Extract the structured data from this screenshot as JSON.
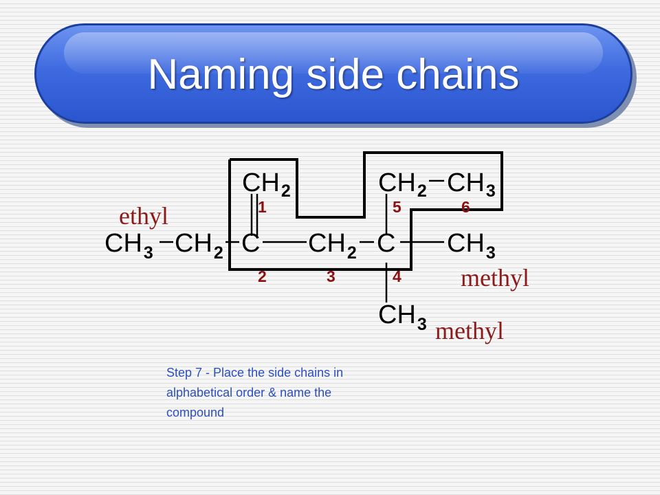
{
  "slide": {
    "title": "Naming side chains",
    "accent_color": "#3f6be0",
    "note_lines": [
      "Step 7 - Place the side chains in",
      "alphabetical order & name the",
      "compound"
    ]
  },
  "molecule": {
    "main_row": [
      {
        "C": "CH",
        "sub": "3"
      },
      {
        "C": "CH",
        "sub": "2"
      },
      {
        "C": "C",
        "sub": ""
      },
      {
        "C": "CH",
        "sub": "2"
      },
      {
        "C": "C",
        "sub": ""
      },
      {
        "C": "CH",
        "sub": "3"
      }
    ],
    "top_left": {
      "C": "CH",
      "sub": "2"
    },
    "top_right": [
      {
        "C": "CH",
        "sub": "2"
      },
      {
        "C": "CH",
        "sub": "3"
      }
    ],
    "bottom": {
      "C": "CH",
      "sub": "3"
    },
    "numbers": [
      "1",
      "2",
      "3",
      "4",
      "5",
      "6"
    ],
    "side_chains": [
      "ethyl",
      "methyl",
      "methyl"
    ]
  }
}
